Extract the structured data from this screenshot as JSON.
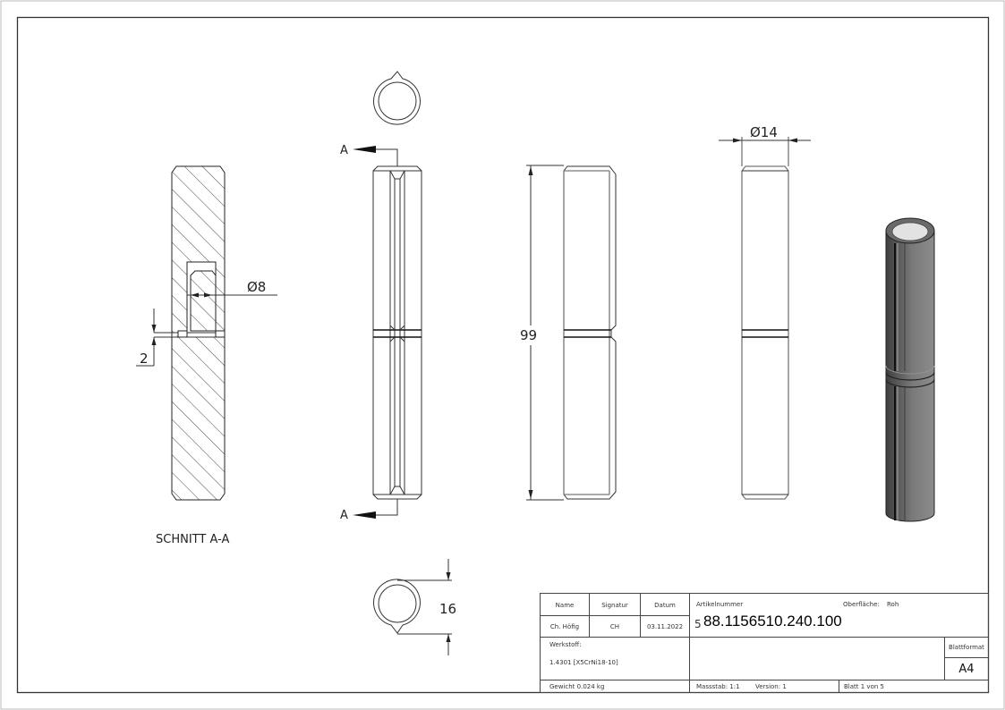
{
  "drawing": {
    "section_label": "SCHNITT A-A",
    "section_marker_top": "A",
    "section_marker_bottom": "A",
    "dimensions": {
      "groove_width": "2",
      "bore_diameter": "Ø8",
      "overall_length": "99",
      "outer_diameter": "Ø14",
      "head_height": "16"
    }
  },
  "title_block": {
    "headers": {
      "name": "Name",
      "signatur": "Signatur",
      "datum": "Datum"
    },
    "values": {
      "name": "Ch. Höfig",
      "signatur": "CH",
      "datum": "03.11.2022"
    },
    "artikelnummer_label": "Artikelnummer",
    "artikelnummer_prefix": "5",
    "artikelnummer": "88.1156510.240.100",
    "oberflaeche_label": "Oberfläche:",
    "oberflaeche_value": "Roh",
    "werkstoff_label": "Werkstoff:",
    "werkstoff_value": "1.4301 [X5CrNi18-10]",
    "blattformat_label": "Blattformat",
    "blattformat_value": "A4",
    "gewicht": "Gewicht 0.024 kg",
    "massstab": "Massstab: 1:1",
    "version": "Version: 1",
    "blatt": "Blatt 1 von 5"
  }
}
